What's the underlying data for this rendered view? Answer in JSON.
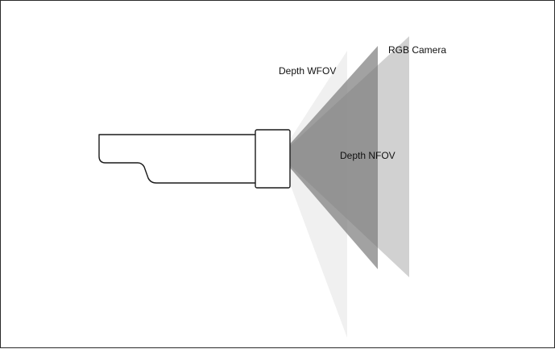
{
  "labels": {
    "depth_wfov": "Depth  WFOV",
    "rgb_camera": "RGB Camera",
    "depth_nfov": "Depth  NFOV"
  },
  "colors": {
    "wfov_fill": "#f0f0f0",
    "rgb_fill": "#d4d4d4",
    "nfov_fill": "#8e8e8e",
    "outline": "#1a1a1a"
  }
}
